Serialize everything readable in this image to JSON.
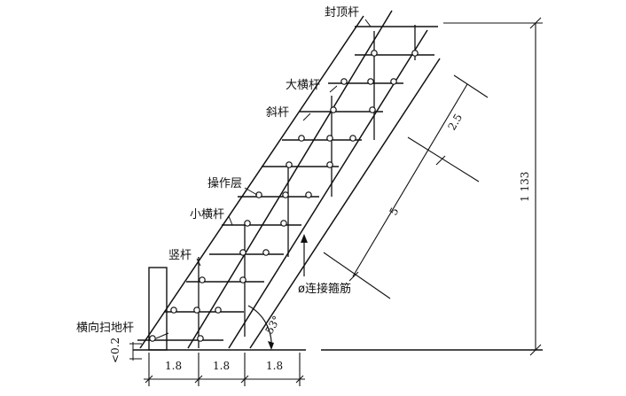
{
  "labels": {
    "top_rail": "封顶杆",
    "ledger": "大横杆",
    "diagonal": "斜杆",
    "working_layer": "操作层",
    "transom": "小横杆",
    "standard": "竖杆",
    "sweep_rod": "横向扫地杆",
    "connector": "ø连接箍筋",
    "offset": "<0.2"
  },
  "dimensions": {
    "bay_1": "1.8",
    "bay_2": "1.8",
    "bay_3": "1.8",
    "height": "1 133",
    "slope_long": "5",
    "slope_short": "2.5",
    "angle": "53°"
  }
}
